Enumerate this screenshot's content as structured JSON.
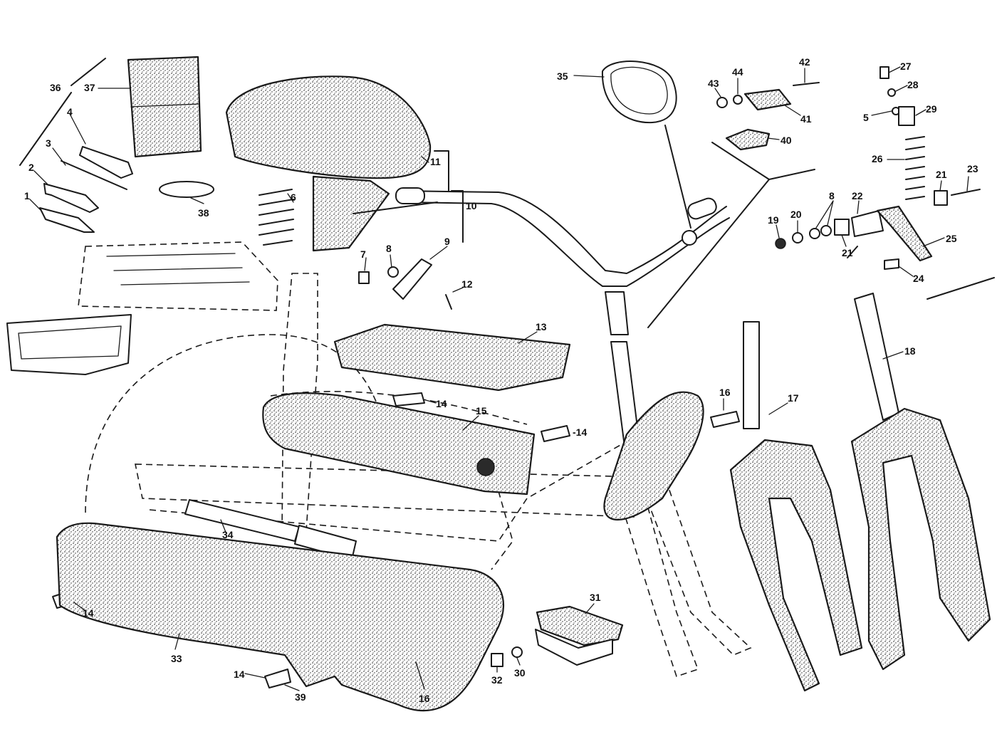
{
  "diagram": {
    "callouts": [
      {
        "id": "c1",
        "text": "1"
      },
      {
        "id": "c2",
        "text": "2"
      },
      {
        "id": "c3",
        "text": "3"
      },
      {
        "id": "c4",
        "text": "4"
      },
      {
        "id": "c36",
        "text": "36"
      },
      {
        "id": "c37",
        "text": "37"
      },
      {
        "id": "c38",
        "text": "38"
      },
      {
        "id": "c6",
        "text": "6"
      },
      {
        "id": "c11",
        "text": "11"
      },
      {
        "id": "c10",
        "text": "10"
      },
      {
        "id": "c7",
        "text": "7"
      },
      {
        "id": "c8a",
        "text": "8"
      },
      {
        "id": "c9",
        "text": "9"
      },
      {
        "id": "c12",
        "text": "12"
      },
      {
        "id": "c13",
        "text": "13"
      },
      {
        "id": "c14a",
        "text": "14"
      },
      {
        "id": "c15",
        "text": "15"
      },
      {
        "id": "c14b",
        "text": "-14"
      },
      {
        "id": "c16a",
        "text": "16"
      },
      {
        "id": "c17",
        "text": "17"
      },
      {
        "id": "c18",
        "text": "18"
      },
      {
        "id": "c35",
        "text": "35"
      },
      {
        "id": "c43",
        "text": "43"
      },
      {
        "id": "c44",
        "text": "44"
      },
      {
        "id": "c42",
        "text": "42"
      },
      {
        "id": "c41",
        "text": "41"
      },
      {
        "id": "c40",
        "text": "40"
      },
      {
        "id": "c27",
        "text": "27"
      },
      {
        "id": "c28",
        "text": "28"
      },
      {
        "id": "c5",
        "text": "5"
      },
      {
        "id": "c29",
        "text": "29"
      },
      {
        "id": "c26",
        "text": "26"
      },
      {
        "id": "c21a",
        "text": "21"
      },
      {
        "id": "c23",
        "text": "23"
      },
      {
        "id": "c22",
        "text": "22"
      },
      {
        "id": "c8b",
        "text": "8"
      },
      {
        "id": "c20",
        "text": "20"
      },
      {
        "id": "c19",
        "text": "19"
      },
      {
        "id": "c21b",
        "text": "21"
      },
      {
        "id": "c25",
        "text": "25"
      },
      {
        "id": "c24",
        "text": "24"
      },
      {
        "id": "c34",
        "text": "34"
      },
      {
        "id": "c14c",
        "text": "14"
      },
      {
        "id": "c33",
        "text": "33"
      },
      {
        "id": "c14d",
        "text": "14"
      },
      {
        "id": "c39",
        "text": "39"
      },
      {
        "id": "c16b",
        "text": "16"
      },
      {
        "id": "c31",
        "text": "31"
      },
      {
        "id": "c32",
        "text": "32"
      },
      {
        "id": "c30",
        "text": "30"
      }
    ]
  }
}
